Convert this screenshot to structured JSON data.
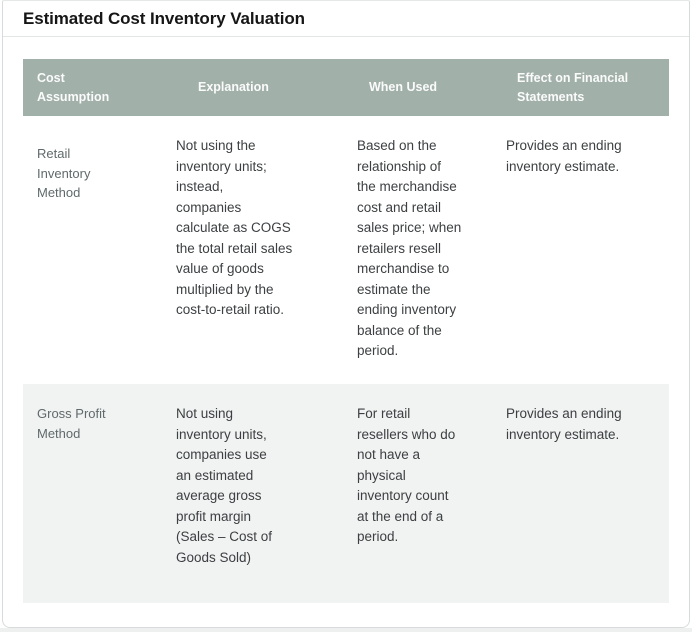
{
  "page_title": "Estimated Cost Inventory Valuation",
  "table": {
    "columns": [
      "Cost\nAssumption",
      "Explanation",
      "When Used",
      "Effect on Financial\nStatements"
    ],
    "rows": [
      {
        "assumption": "Retail\nInventory\nMethod",
        "explanation": "Not using the\ninventory units;\ninstead,\ncompanies\ncalculate as COGS\nthe total retail sales\nvalue of goods\nmultiplied by the\ncost-to-retail ratio.",
        "when_used": "Based on the\nrelationship of\nthe merchandise\ncost and retail\nsales price; when\nretailers resell\nmerchandise to\nestimate the\nending inventory\nbalance of the\nperiod.",
        "effect": "Provides an ending\ninventory estimate."
      },
      {
        "assumption": "Gross Profit\nMethod",
        "explanation": "Not using\ninventory units,\ncompanies use\nan estimated\naverage gross\nprofit margin\n(Sales – Cost of\nGoods Sold)",
        "when_used": "For retail\nresellers who do\nnot have a\nphysical\ninventory count\nat the end of a\nperiod.",
        "effect": "Provides an ending\ninventory estimate."
      }
    ]
  },
  "colors": {
    "header_bg": "#a2b0aa",
    "header_text": "#fafbfa",
    "alt_row_bg": "#f1f2f2",
    "body_text": "#3d4042",
    "label_text": "#606a6c"
  }
}
